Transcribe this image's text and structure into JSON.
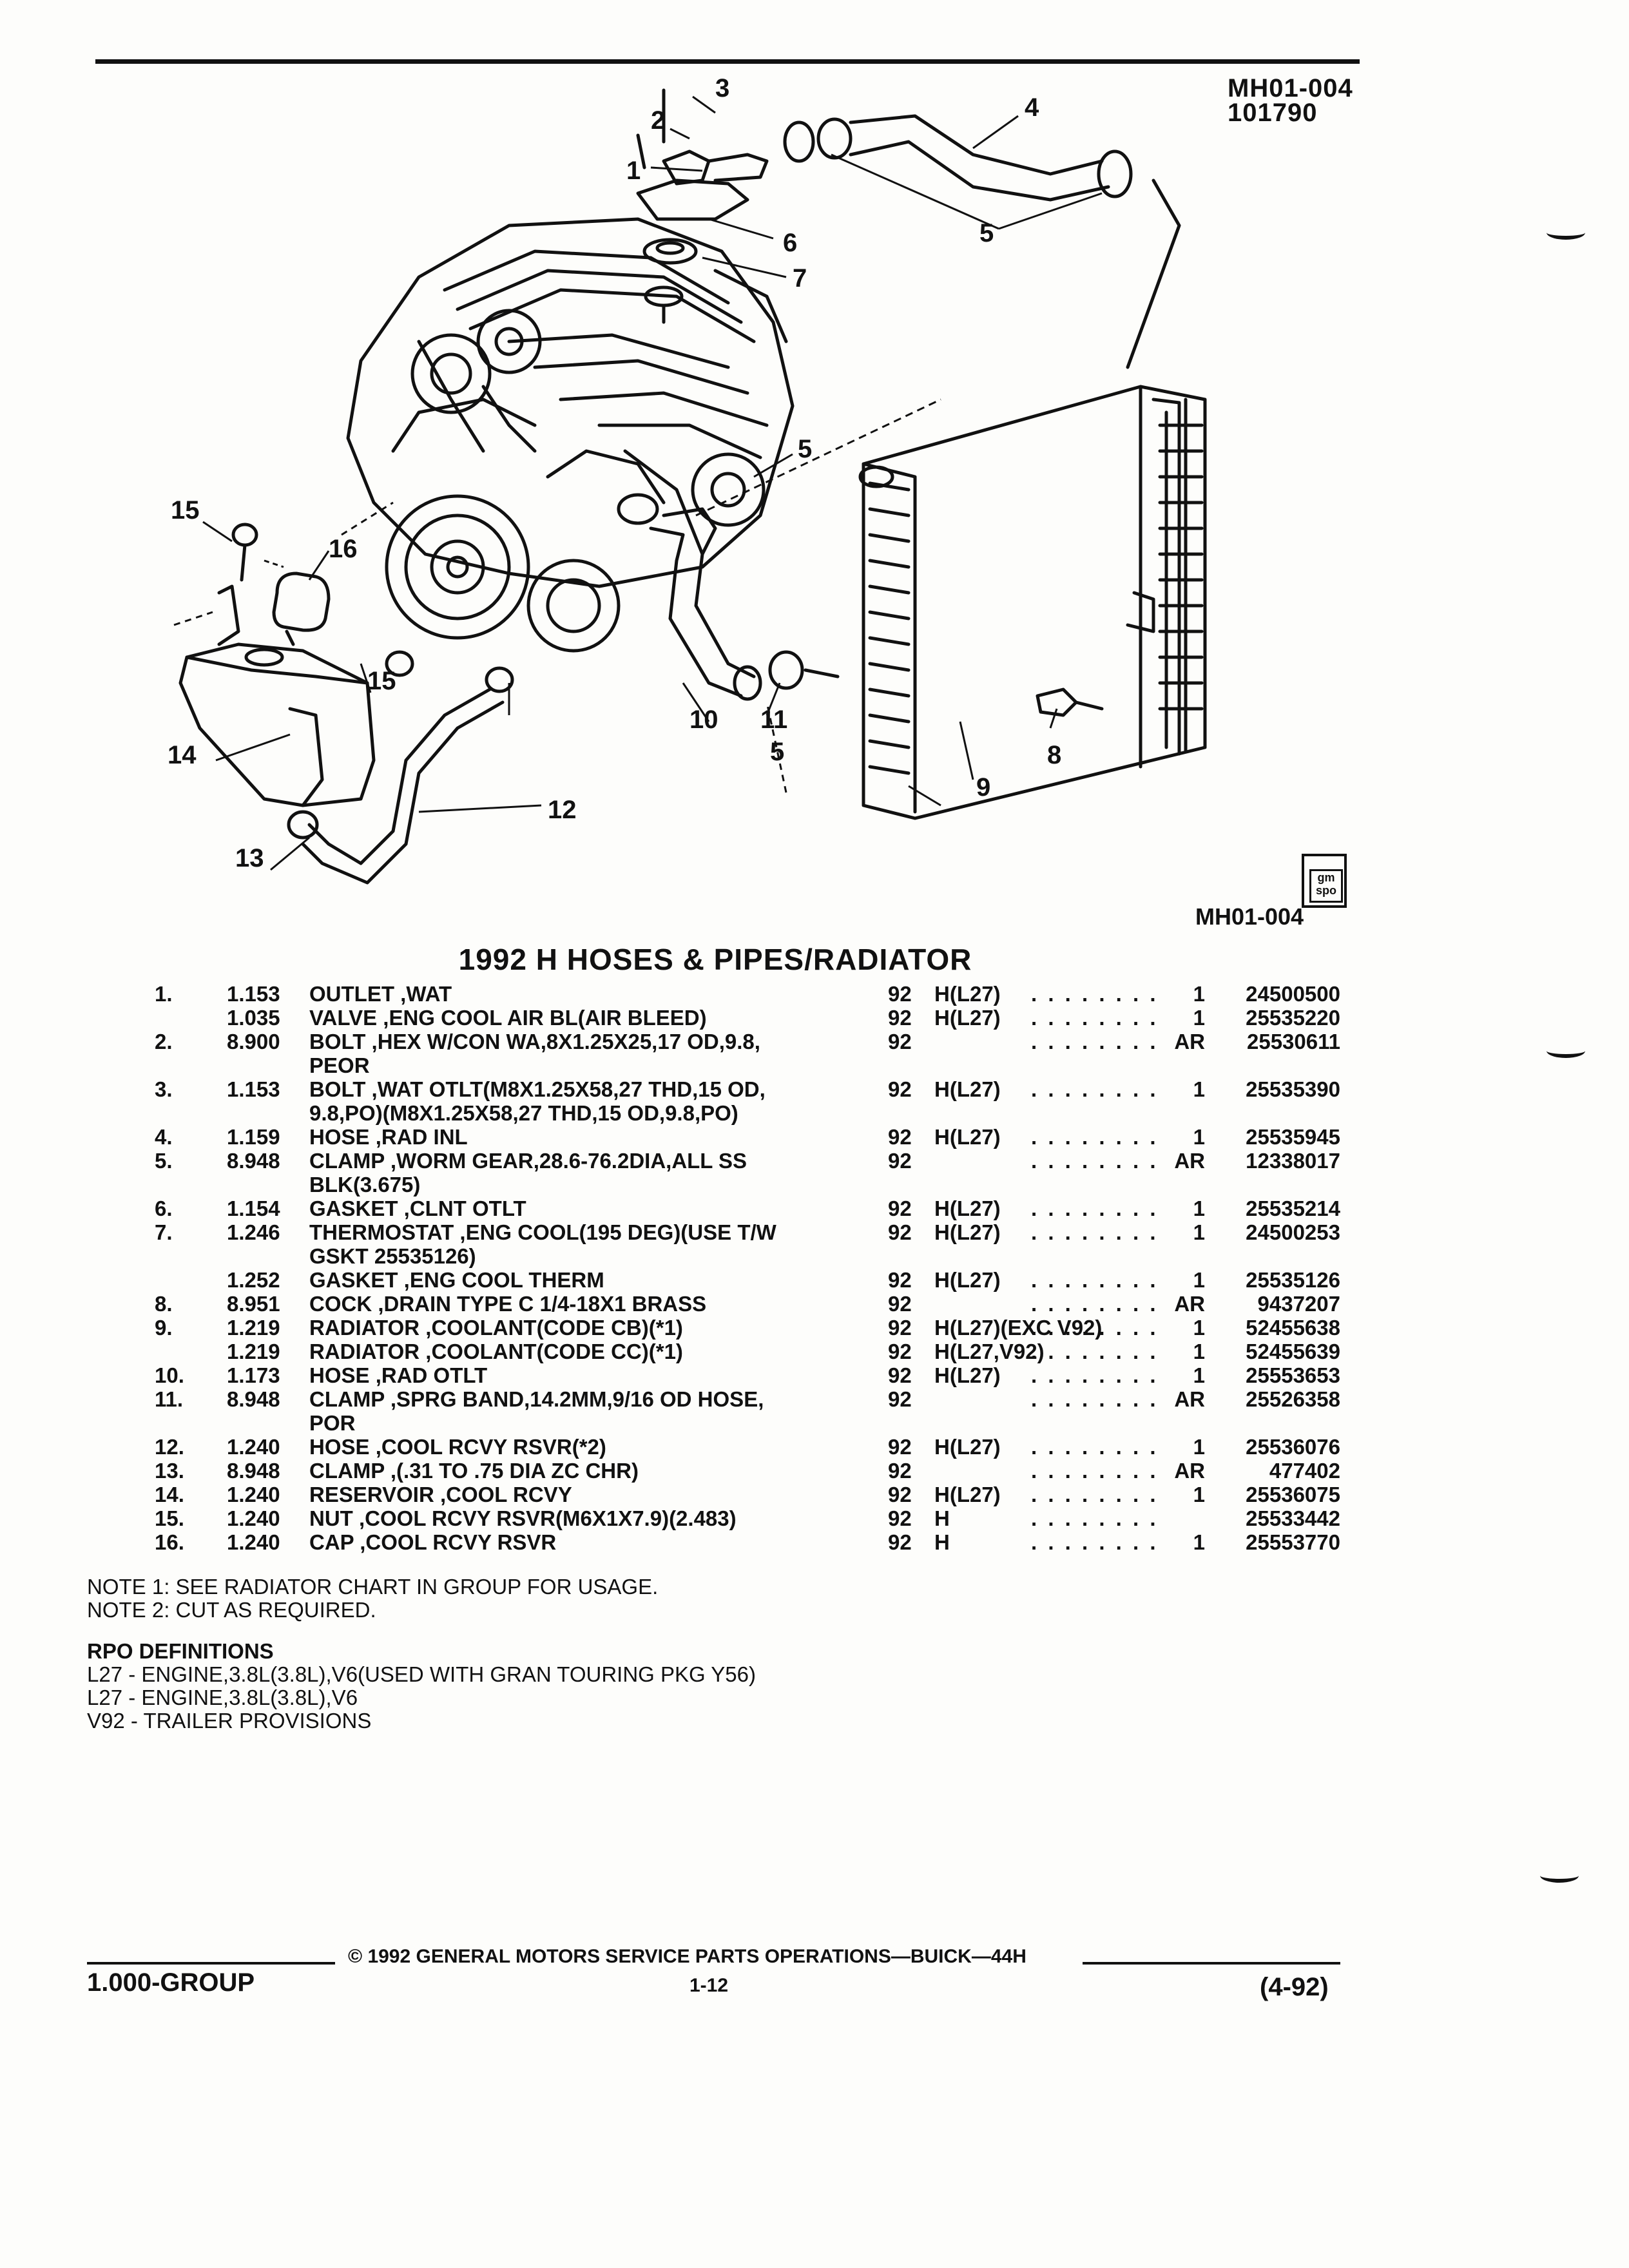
{
  "header": {
    "code": "MH01-004",
    "date_code": "101790"
  },
  "figure": {
    "callouts": [
      "1",
      "2",
      "3",
      "4",
      "5",
      "5",
      "5",
      "6",
      "7",
      "8",
      "9",
      "10",
      "11",
      "12",
      "13",
      "14",
      "15",
      "15",
      "16"
    ],
    "id": "MH01-004",
    "logo_text": "gm spo"
  },
  "title": "1992 H HOSES & PIPES/RADIATOR",
  "parts": [
    {
      "ref": "1.",
      "group": "1.153",
      "desc": "OUTLET ,WAT",
      "year": "92",
      "appl": "H(L27)",
      "qty": "1",
      "pn": "24500500"
    },
    {
      "ref": "",
      "group": "1.035",
      "desc": "VALVE ,ENG COOL AIR BL(AIR BLEED)",
      "year": "92",
      "appl": "H(L27)",
      "qty": "1",
      "pn": "25535220"
    },
    {
      "ref": "2.",
      "group": "8.900",
      "desc": "BOLT ,HEX W/CON WA,8X1.25X25,17 OD,9.8,",
      "cont": "PEOR",
      "year": "92",
      "appl": "",
      "qty": "AR",
      "pn": "25530611"
    },
    {
      "ref": "3.",
      "group": "1.153",
      "desc": "BOLT ,WAT OTLT(M8X1.25X58,27 THD,15 OD,",
      "cont": "9.8,PO)(M8X1.25X58,27 THD,15 OD,9.8,PO)",
      "year": "92",
      "appl": "H(L27)",
      "qty": "1",
      "pn": "25535390"
    },
    {
      "ref": "4.",
      "group": "1.159",
      "desc": "HOSE ,RAD INL",
      "year": "92",
      "appl": "H(L27)",
      "qty": "1",
      "pn": "25535945"
    },
    {
      "ref": "5.",
      "group": "8.948",
      "desc": "CLAMP ,WORM GEAR,28.6-76.2DIA,ALL SS",
      "cont": "BLK(3.675)",
      "year": "92",
      "appl": "",
      "qty": "AR",
      "pn": "12338017"
    },
    {
      "ref": "6.",
      "group": "1.154",
      "desc": "GASKET ,CLNT OTLT",
      "year": "92",
      "appl": "H(L27)",
      "qty": "1",
      "pn": "25535214"
    },
    {
      "ref": "7.",
      "group": "1.246",
      "desc": "THERMOSTAT ,ENG COOL(195 DEG)(USE T/W",
      "cont": "GSKT 25535126)",
      "year": "92",
      "appl": "H(L27)",
      "qty": "1",
      "pn": "24500253"
    },
    {
      "ref": "",
      "group": "1.252",
      "desc": "GASKET ,ENG COOL THERM",
      "year": "92",
      "appl": "H(L27)",
      "qty": "1",
      "pn": "25535126"
    },
    {
      "ref": "8.",
      "group": "8.951",
      "desc": "COCK ,DRAIN TYPE C 1/4-18X1 BRASS",
      "year": "92",
      "appl": "",
      "qty": "AR",
      "pn": "9437207"
    },
    {
      "ref": "9.",
      "group": "1.219",
      "desc": "RADIATOR ,COOLANT(CODE CB)(*1)",
      "year": "92",
      "appl": "H(L27)(EXC V92)",
      "qty": "1",
      "pn": "52455638"
    },
    {
      "ref": "",
      "group": "1.219",
      "desc": "RADIATOR ,COOLANT(CODE CC)(*1)",
      "year": "92",
      "appl": "H(L27,V92)",
      "qty": "1",
      "pn": "52455639"
    },
    {
      "ref": "10.",
      "group": "1.173",
      "desc": "HOSE ,RAD OTLT",
      "year": "92",
      "appl": "H(L27)",
      "qty": "1",
      "pn": "25553653"
    },
    {
      "ref": "11.",
      "group": "8.948",
      "desc": "CLAMP ,SPRG BAND,14.2MM,9/16 OD HOSE,",
      "cont": "POR",
      "year": "92",
      "appl": "",
      "qty": "AR",
      "pn": "25526358"
    },
    {
      "ref": "12.",
      "group": "1.240",
      "desc": "HOSE ,COOL RCVY RSVR(*2)",
      "year": "92",
      "appl": "H(L27)",
      "qty": "1",
      "pn": "25536076"
    },
    {
      "ref": "13.",
      "group": "8.948",
      "desc": "CLAMP ,(.31 TO .75 DIA ZC CHR)",
      "year": "92",
      "appl": "",
      "qty": "AR",
      "pn": "477402"
    },
    {
      "ref": "14.",
      "group": "1.240",
      "desc": "RESERVOIR ,COOL RCVY",
      "year": "92",
      "appl": "H(L27)",
      "qty": "1",
      "pn": "25536075"
    },
    {
      "ref": "15.",
      "group": "1.240",
      "desc": "NUT ,COOL RCVY RSVR(M6X1X7.9)(2.483)",
      "year": "92",
      "appl": "H",
      "qty": "",
      "pn": "25533442"
    },
    {
      "ref": "16.",
      "group": "1.240",
      "desc": "CAP ,COOL RCVY RSVR",
      "year": "92",
      "appl": "H",
      "qty": "1",
      "pn": "25553770"
    }
  ],
  "notes": [
    "NOTE  1:  SEE RADIATOR CHART IN GROUP FOR USAGE.",
    "NOTE  2:  CUT AS REQUIRED."
  ],
  "rpo": {
    "heading": "RPO DEFINITIONS",
    "lines": [
      "L27 - ENGINE,3.8L(3.8L),V6(USED WITH GRAN TOURING PKG Y56)",
      "L27 - ENGINE,3.8L(3.8L),V6",
      "V92 - TRAILER PROVISIONS"
    ]
  },
  "footer": {
    "copyright": "©  1992  GENERAL MOTORS SERVICE PARTS OPERATIONS—BUICK—44H",
    "group": "1.000-GROUP",
    "page": "1-12",
    "date": "(4-92)"
  }
}
